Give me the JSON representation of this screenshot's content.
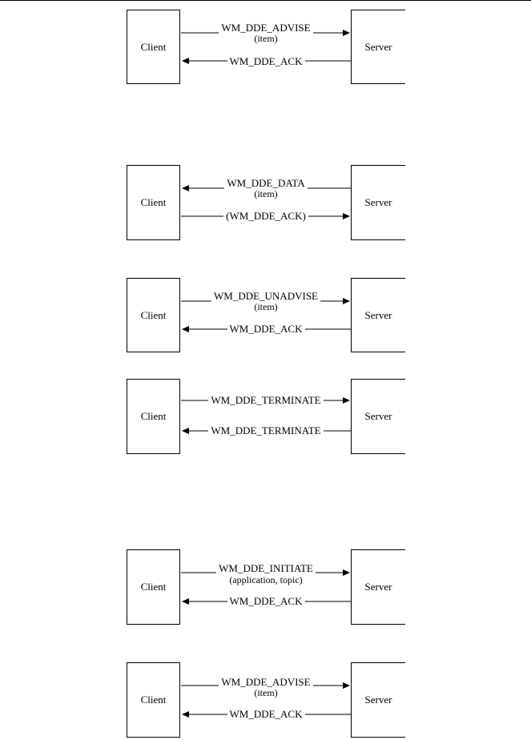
{
  "diagrams": [
    {
      "client": "Client",
      "server": "Server",
      "messages": [
        {
          "label": "WM_DDE_ADVISE",
          "param": "(item)",
          "direction": "right"
        },
        {
          "label": "WM_DDE_ACK",
          "param": "",
          "direction": "left"
        }
      ]
    },
    {
      "client": "Client",
      "server": "Server",
      "messages": [
        {
          "label": "WM_DDE_DATA",
          "param": "(item)",
          "direction": "left"
        },
        {
          "label": "(WM_DDE_ACK)",
          "param": "",
          "direction": "right"
        }
      ]
    },
    {
      "client": "Client",
      "server": "Server",
      "messages": [
        {
          "label": "WM_DDE_UNADVISE",
          "param": "(item)",
          "direction": "right"
        },
        {
          "label": "WM_DDE_ACK",
          "param": "",
          "direction": "left"
        }
      ]
    },
    {
      "client": "Client",
      "server": "Server",
      "messages": [
        {
          "label": "WM_DDE_TERMINATE",
          "param": "",
          "direction": "right"
        },
        {
          "label": "WM_DDE_TERMINATE",
          "param": "",
          "direction": "left"
        }
      ]
    },
    {
      "client": "Client",
      "server": "Server",
      "messages": [
        {
          "label": "WM_DDE_INITIATE",
          "param": "(application, topic)",
          "direction": "right"
        },
        {
          "label": "WM_DDE_ACK",
          "param": "",
          "direction": "left"
        }
      ]
    },
    {
      "client": "Client",
      "server": "Server",
      "messages": [
        {
          "label": "WM_DDE_ADVISE",
          "param": "(item)",
          "direction": "right"
        },
        {
          "label": "WM_DDE_ACK",
          "param": "",
          "direction": "left"
        }
      ]
    }
  ]
}
